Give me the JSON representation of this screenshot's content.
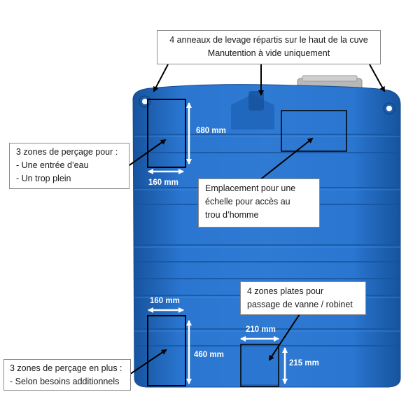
{
  "callouts": {
    "lifting": {
      "line1": "4 anneaux de levage répartis sur le haut de la cuve",
      "line2": "Manutention à vide uniquement"
    },
    "drilling_top": {
      "line1": "3 zones de perçage pour :",
      "line2": "- Une entrée d’eau",
      "line3": "- Un trop plein"
    },
    "ladder": {
      "line1": "Emplacement pour une",
      "line2": "échelle pour accès au",
      "line3": "trou d’homme"
    },
    "flat_zones": {
      "line1": "4 zones plates pour",
      "line2": "passage de vanne / robinet"
    },
    "drilling_bottom": {
      "line1": "3 zones de perçage en plus :",
      "line2": "- Selon besoins additionnels"
    }
  },
  "dimensions": {
    "top_zone_height": "680 mm",
    "top_zone_width": "160 mm",
    "bottom_zone_width": "160 mm",
    "bottom_zone_height": "460 mm",
    "flat_zone_width": "210 mm",
    "flat_zone_height": "215 mm"
  },
  "colors": {
    "tank": "#1f6cc7",
    "tank_dark": "#16539e",
    "tank_light": "#3e8ade"
  }
}
